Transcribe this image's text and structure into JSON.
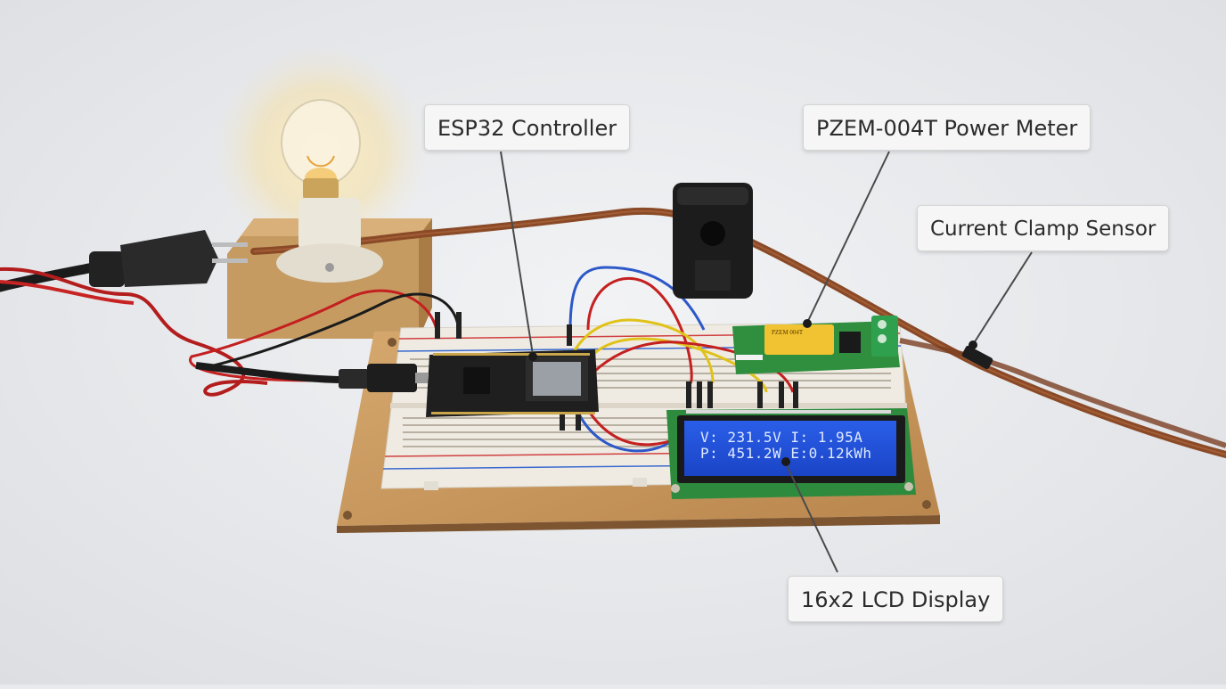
{
  "callouts": {
    "esp32": "ESP32 Controller",
    "pzem": "PZEM-004T Power Meter",
    "clamp": "Current Clamp Sensor",
    "lcd": "16x2 LCD Display"
  },
  "lcd": {
    "line1": "V: 231.5V I: 1.95A",
    "line2": "P: 451.2W E:0.12kWh"
  },
  "pzem_chip_label": "PZEM 004T",
  "colors": {
    "background": "#e8eaed",
    "wood_board": "#c99a63",
    "breadboard": "#eeeae2",
    "lcd_screen": "#1f4fd6",
    "pcb_green": "#2f8f3e",
    "power_cord_brown": "#8a4a27"
  }
}
